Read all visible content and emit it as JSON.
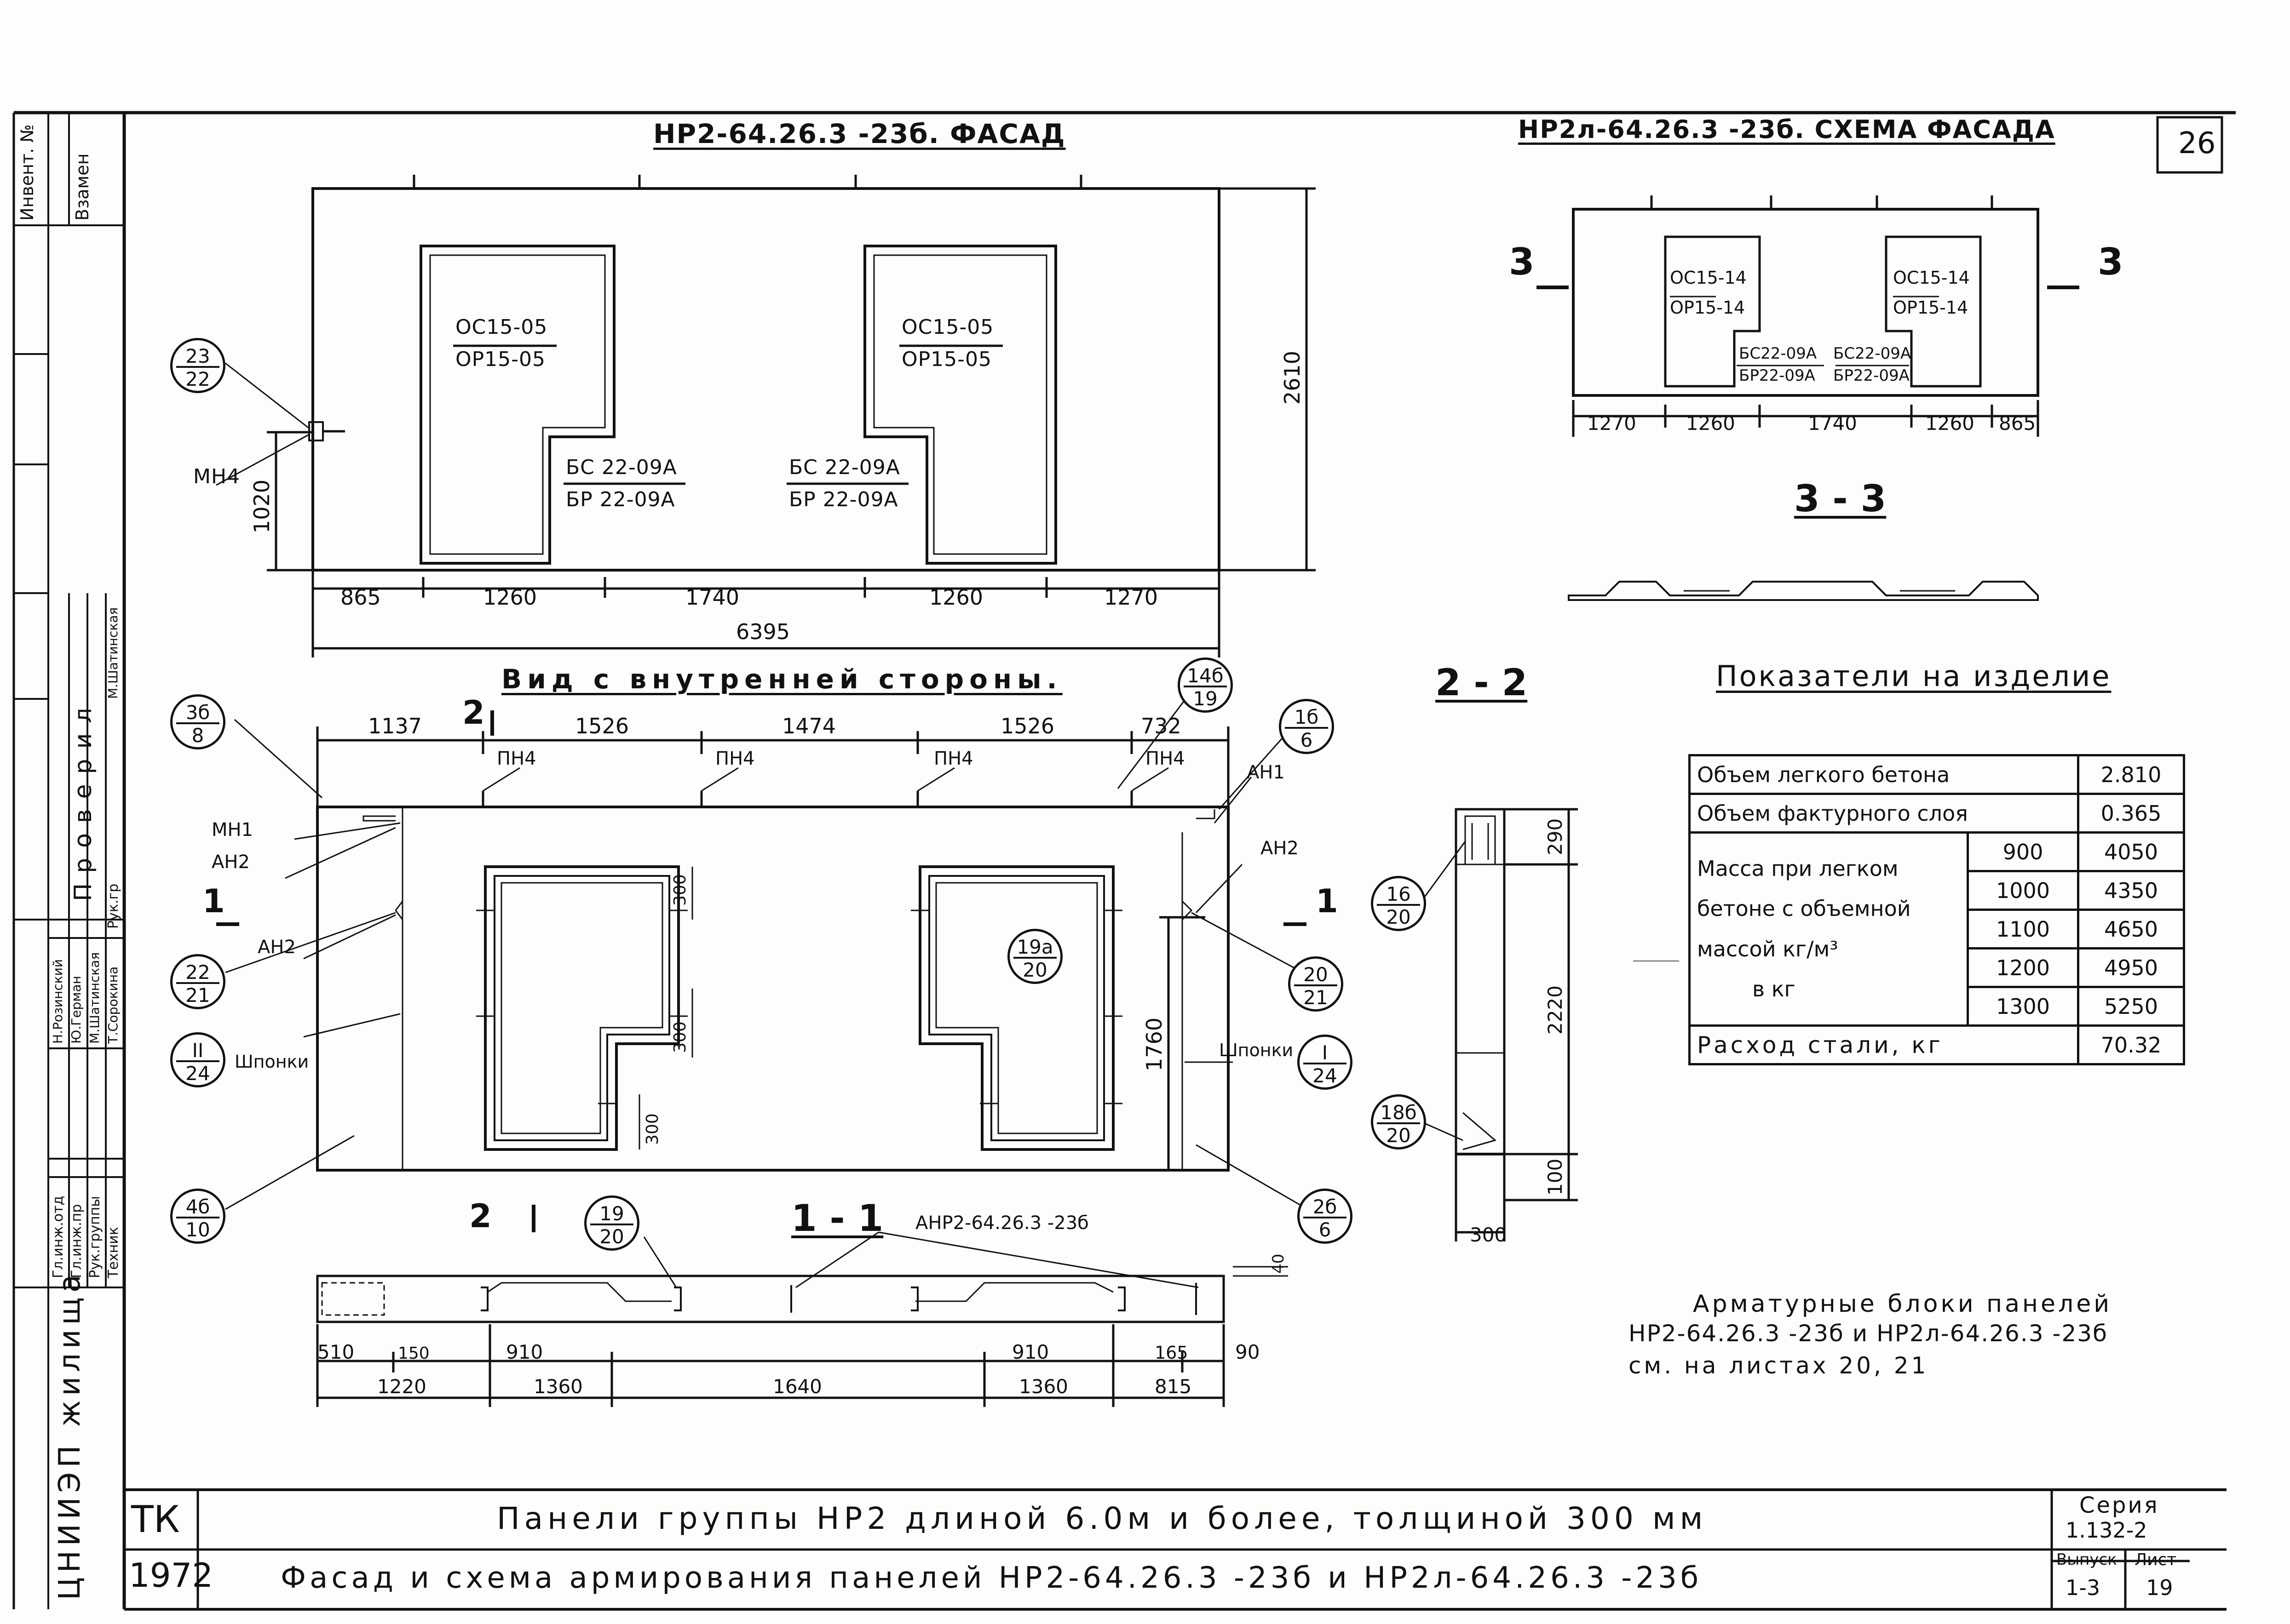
{
  "sheet_number": "26",
  "facade_title": "НР2-64.26.3 -23б. ФАСАД",
  "scheme_title": "НР2л-64.26.3 -23б. СХЕМА ФАСАДА",
  "inner_view_title": "Вид с внутренней стороны.",
  "section_1_1": "1 - 1",
  "section_2_2": "2 - 2",
  "section_3_3": "3 - 3",
  "section_marks": {
    "s1": "1",
    "s2": "2",
    "s3": "3"
  },
  "window_marks": {
    "window_top": "ОС15-05",
    "window_bottom": "ОР15-05",
    "door_top": "БС 22-09А",
    "door_bottom": "БР 22-09А",
    "scheme_window_top": "ОС15-14",
    "scheme_window_bottom": "ОР15-14",
    "scheme_door_top": "БС22-09А",
    "scheme_door_bottom": "БР22-09А"
  },
  "facade_dims": [
    "865",
    "1260",
    "1740",
    "1260",
    "1270"
  ],
  "facade_total": "6395",
  "facade_height": "2610",
  "facade_left_height": "1020",
  "scheme_dims": [
    "1270",
    "1260",
    "1740",
    "1260",
    "865"
  ],
  "inner_dims": [
    "1137",
    "1526",
    "1474",
    "1526",
    "732"
  ],
  "inner_right_heights": [
    "1760"
  ],
  "inner_window_dims": [
    "300",
    "300",
    "300"
  ],
  "sec22_dims": [
    "290",
    "2220",
    "100",
    "300"
  ],
  "sec11_dims_top": [
    "510",
    "150",
    "910",
    "910",
    "165",
    "90"
  ],
  "sec11_dims_bottom": [
    "1220",
    "1360",
    "1640",
    "1360",
    "815"
  ],
  "sec11_side": "40",
  "labels": {
    "mn4": "МН4",
    "pn4": "ПН4",
    "mn1": "МН1",
    "an1": "АН1",
    "an2": "АН2",
    "shponki": "Шпонки",
    "anr": "АНР2-64.26.3 -23б"
  },
  "callouts": {
    "c23_22": [
      "23",
      "22"
    ],
    "c3b_8": [
      "3б",
      "8"
    ],
    "c14b_19": [
      "14б",
      "19"
    ],
    "c1b_6": [
      "1б",
      "6"
    ],
    "c22_21": [
      "22",
      "21"
    ],
    "cII_24": [
      "II",
      "24"
    ],
    "c4b_10": [
      "4б",
      "10"
    ],
    "c19_20": [
      "19",
      "20"
    ],
    "c19a_20": [
      "19а",
      "20"
    ],
    "c20_21": [
      "20",
      "21"
    ],
    "cI_24": [
      "I",
      "24"
    ],
    "c2b_6": [
      "2б",
      "6"
    ],
    "c16_20": [
      "16",
      "20"
    ],
    "c18b_20": [
      "18б",
      "20"
    ]
  },
  "indicators": {
    "title": "Показатели на изделие",
    "row1_label": "Объем легкого бетона",
    "row1_value": "2.810",
    "row2_label": "Объем фактурного слоя",
    "row2_value": "0.365",
    "mass_label_1": "Масса при легком",
    "mass_label_2": "бетоне с объемной",
    "mass_label_3": "массой кг/м³",
    "mass_label_4": "в кг",
    "densities": [
      "900",
      "1000",
      "1100",
      "1200",
      "1300"
    ],
    "masses": [
      "4050",
      "4350",
      "4650",
      "4950",
      "5250"
    ],
    "steel_label": "Расход стали, кг",
    "steel_value": "70.32"
  },
  "note": [
    "Арматурные блоки панелей",
    "НР2-64.26.3 -23б и НР2л-64.26.3 -23б",
    "см. на листах 20, 21"
  ],
  "stamp": {
    "org_code": "ТК",
    "year": "1972",
    "line1": "Панели группы НР2 длиной 6.0м и более, толщиной 300 мм",
    "line2": "Фасад и схема армирования панелей НР2-64.26.3 -23б и НР2л-64.26.3 -23б",
    "series_label": "Серия",
    "series_value": "1.132-2",
    "issue_label": "Выпуск",
    "issue_value": "1-3",
    "sheet_label": "Лист",
    "sheet_value": "19"
  },
  "left_strip": {
    "inv_label": "Инвент. №",
    "replace_label": "Взамен",
    "check_label": "Проверил",
    "institute": "ЦНИИЭП жилища",
    "roles": [
      "Гл.инж.отд",
      "Гл.инж.пр",
      "Рук.группы",
      "Техник"
    ],
    "roles_top": [
      "Рук.гр"
    ],
    "names": [
      "Н.Розинский",
      "Ю.Герман",
      "М.Шатинская",
      "Т.Сорокина"
    ],
    "names_top": [
      "М.Шатинская"
    ]
  }
}
